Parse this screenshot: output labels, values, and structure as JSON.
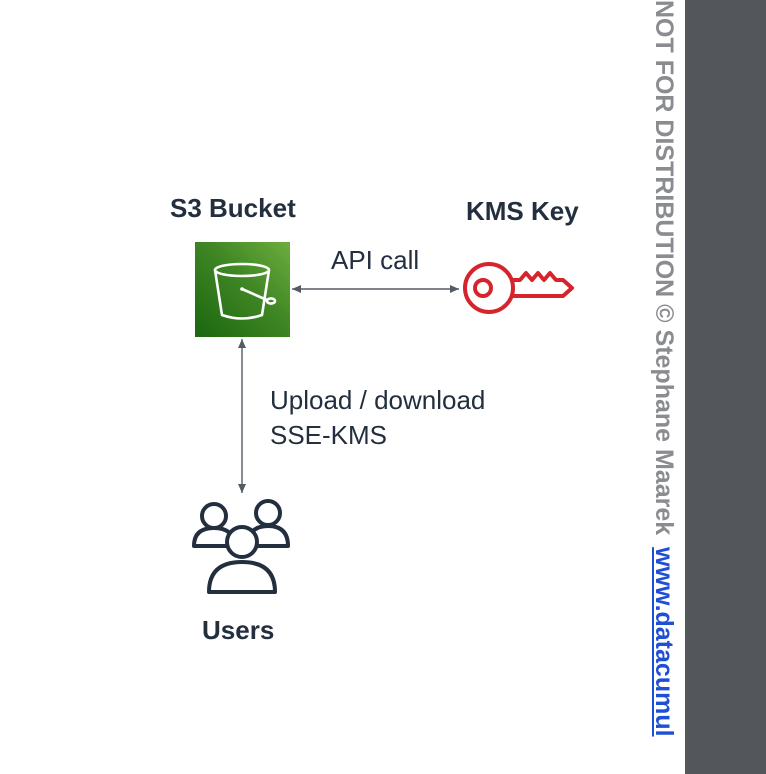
{
  "nodes": {
    "s3_bucket": {
      "label": "S3 Bucket",
      "icon": "s3-bucket-icon"
    },
    "kms_key": {
      "label": "KMS Key",
      "icon": "key-icon"
    },
    "users": {
      "label": "Users",
      "icon": "users-icon"
    }
  },
  "edges": {
    "api_call": "API call",
    "upload_line1": "Upload / download",
    "upload_line2": "SSE-KMS"
  },
  "watermark": {
    "text": "NOT FOR DISTRIBUTION © Stephane Maarek",
    "link": "www.datacumul"
  },
  "colors": {
    "s3_green": "#3f8624",
    "kms_red": "#d6242d",
    "text_dark": "#232f3e",
    "side_panel": "#53565a",
    "link_blue": "#1f4fd6"
  }
}
